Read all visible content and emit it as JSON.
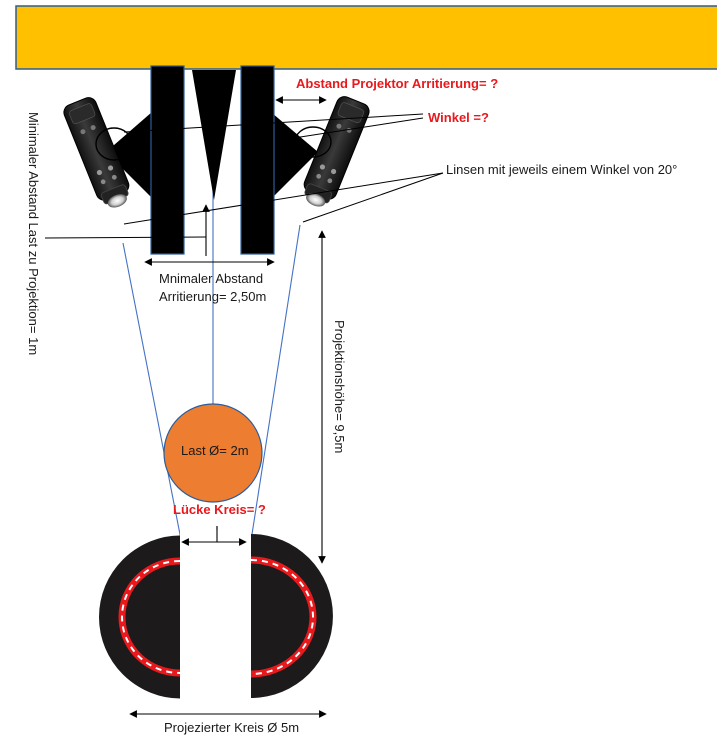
{
  "colors": {
    "ceiling": "#ffc000",
    "ceiling_border": "#2b5d9c",
    "truss": "#000000",
    "load": "#ed7d31",
    "disc": "#1c1a1a",
    "projected_ring": "#e8191d",
    "question_text": "#e8191d",
    "beam": "#4472c4"
  },
  "icons": {
    "projector": "projector-icon"
  },
  "labels": {
    "abstand_projektor": "Abstand Projektor Arritierung= ?",
    "winkel": "Winkel =?",
    "linsen": "Linsen mit jeweils einem Winkel von 20°",
    "minimaler_abstand_last": "Minimaler Abstand Last zu Projektion= 1m",
    "mnimaler_abstand_line1": "Mnimaler Abstand",
    "mnimaler_abstand_line2": "Arritierung= 2,50m",
    "projektionshoehe": "Projektionshöhe= 9,5m",
    "last": "Last Ø=  2m",
    "luecke_kreis": "Lücke Kreis= ?",
    "projezierter_kreis": "Projezierter Kreis Ø  5m"
  }
}
